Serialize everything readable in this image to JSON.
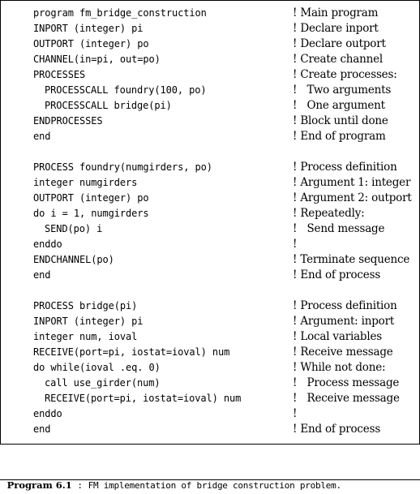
{
  "listing": {
    "lines": [
      {
        "code": "program fm_bridge_construction",
        "comment": "! Main program",
        "indent": 0
      },
      {
        "code": "INPORT (integer) pi",
        "comment": "! Declare inport",
        "indent": 0
      },
      {
        "code": "OUTPORT (integer) po",
        "comment": "! Declare outport",
        "indent": 0
      },
      {
        "code": "CHANNEL(in=pi, out=po)",
        "comment": "! Create channel",
        "indent": 0
      },
      {
        "code": "PROCESSES",
        "comment": "! Create processes:",
        "indent": 0
      },
      {
        "code": "PROCESSCALL foundry(100, po)",
        "comment": "!   Two arguments",
        "indent": 1
      },
      {
        "code": "PROCESSCALL bridge(pi)",
        "comment": "!   One argument",
        "indent": 1
      },
      {
        "code": "ENDPROCESSES",
        "comment": "! Block until done",
        "indent": 0
      },
      {
        "code": "end",
        "comment": "! End of program",
        "indent": 0
      },
      {
        "code": "",
        "comment": "",
        "indent": 0
      },
      {
        "code": "PROCESS foundry(numgirders, po)",
        "comment": "! Process definition",
        "indent": 0
      },
      {
        "code": "integer numgirders",
        "comment": "! Argument 1: integer",
        "indent": 0
      },
      {
        "code": "OUTPORT (integer) po",
        "comment": "! Argument 2: outport",
        "indent": 0
      },
      {
        "code": "do i = 1, numgirders",
        "comment": "! Repeatedly:",
        "indent": 0
      },
      {
        "code": "SEND(po) i",
        "comment": "!   Send message",
        "indent": 1
      },
      {
        "code": "enddo",
        "comment": "!",
        "indent": 0
      },
      {
        "code": "ENDCHANNEL(po)",
        "comment": "! Terminate sequence",
        "indent": 0
      },
      {
        "code": "end",
        "comment": "! End of process",
        "indent": 0
      },
      {
        "code": "",
        "comment": "",
        "indent": 0
      },
      {
        "code": "PROCESS bridge(pi)",
        "comment": "! Process definition",
        "indent": 0
      },
      {
        "code": "INPORT (integer) pi",
        "comment": "! Argument: inport",
        "indent": 0
      },
      {
        "code": "integer num, ioval",
        "comment": "! Local variables",
        "indent": 0
      },
      {
        "code": "RECEIVE(port=pi, iostat=ioval) num",
        "comment": "! Receive message",
        "indent": 0
      },
      {
        "code": "do while(ioval .eq. 0)",
        "comment": "! While not done:",
        "indent": 0
      },
      {
        "code": "call use_girder(num)",
        "comment": "!   Process message",
        "indent": 1
      },
      {
        "code": "RECEIVE(port=pi, iostat=ioval) num",
        "comment": "!   Receive message",
        "indent": 1
      },
      {
        "code": "enddo",
        "comment": "!",
        "indent": 0
      },
      {
        "code": "end",
        "comment": "! End of process",
        "indent": 0
      }
    ]
  },
  "caption": {
    "label": "Program 6.1",
    "separator": " : ",
    "text": "FM implementation of bridge construction problem."
  }
}
